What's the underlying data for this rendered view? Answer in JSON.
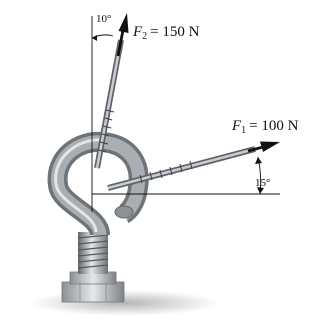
{
  "forces": [
    {
      "symbol": "F",
      "subscript": "2",
      "value_text": "= 150 N",
      "magnitude_N": 150,
      "angle_label": "10°",
      "angle_from": "vertical"
    },
    {
      "symbol": "F",
      "subscript": "1",
      "value_text": "= 100 N",
      "magnitude_N": 100,
      "angle_label": "15°",
      "angle_from": "horizontal"
    }
  ],
  "colors": {
    "line": "#111111",
    "eyebolt_dark": "#6e7378",
    "eyebolt_mid": "#a9aeb3",
    "eyebolt_light": "#e3e6e9",
    "ground": "#c8c8c8"
  },
  "icons": [
    "eyebolt-icon",
    "cable-icon",
    "hexnut-icon"
  ]
}
